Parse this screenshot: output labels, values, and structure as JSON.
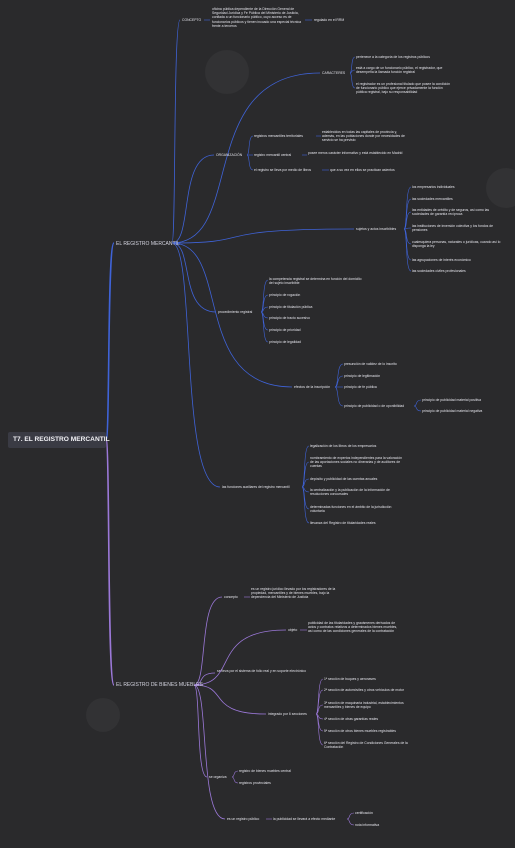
{
  "root": "T7. EL REGISTRO MERCANTIL",
  "branch1": {
    "title": "EL REGISTRO MERCANTIL",
    "concepto": {
      "label": "CONCEPTO",
      "text": "oficina pública dependiente de la Dirección General de Seguridad Jurídica y Fe Pública del Ministerio de Justicia, confiada a un funcionario público, cuyo acceso es de funcionarios públicos y tienen incoado una especial técnica frente a terceros",
      "child": "regulado en el RRM"
    },
    "caracteres": {
      "label": "CARACTERES",
      "items": [
        "pertenece a la categoría de los registros públicos",
        "está a cargo de un funcionario público, el registrador, que desempeña la llamada función registral",
        "el registrador es un profesional titulado que posee la condición de funcionario público que ejerce privadamente la función pública registral, bajo su responsabilidad"
      ]
    },
    "organizacion": {
      "label": "ORGANIZACIÓN",
      "items": [
        {
          "label": "registros mercantiles territoriales",
          "text": "establecidos en todas las capitales de provincia y, además, en las poblaciones donde por necesidades de servicio se ha previsto"
        },
        {
          "label": "registro mercantil central",
          "text": "posee meros carácter informativo y está establecido en Madrid"
        },
        {
          "label": "el registro se lleva por medio de libros",
          "text": "que a su vez en ellos se practican asientos"
        }
      ]
    },
    "sujetos": {
      "label": "sujetos y actos inscribibles",
      "items": [
        "los empresarios individuales",
        "las sociedades mercantiles",
        "las entidades de crédito y de seguros, así como las sociedades de garantía recíproca",
        "las instituciones de inversión colectiva y los fondos de pensiones",
        "cualesquiera personas, naturales o jurídicas, cuando así lo disponga la ley",
        "las agrupaciones de interés económico",
        "las sociedades civiles profesionales"
      ]
    },
    "procedimiento": {
      "label": "procedimiento registral",
      "items": [
        "la competencia registral se determina en función del domicilio del sujeto inscribible",
        "principio de rogación",
        "principio de titulación pública",
        "principio de tracto sucesivo",
        "principio de prioridad",
        "principio de legalidad"
      ]
    },
    "efectos": {
      "label": "efectos de la inscripción",
      "items": [
        "presunción de validez de lo inscrito",
        "principio de legitimación",
        "principio de fe pública"
      ],
      "publicidad": {
        "label": "principio de publicidad o de oponibilidad",
        "items": [
          "principio de publicidad material positiva",
          "principio de publicidad material negativa"
        ]
      }
    },
    "funciones": {
      "label": "las funciones auxiliares del registro mercantil",
      "items": [
        "legalización de los libros de los empresarios",
        "nombramiento de expertos independientes para la valoración de las aportaciones sociales no dinerarias y de auditores de cuentas",
        "depósito y publicidad de las cuentas anuales",
        "la centralización y la publicación de la información de resoluciones concursales",
        "determinadas funciones en el ámbito de la jurisdicción voluntaria",
        "llevanza del Registro de titularidades reales"
      ]
    }
  },
  "branch2": {
    "title": "EL REGISTRO DE BIENES MUEBLES",
    "concepto": {
      "label": "concepto",
      "text": "es un registro jurídico llevado por los registradores de la propiedad, mercantiles y de bienes muebles, bajo la dependencia del Ministerio de Justicia"
    },
    "objeto": {
      "label": "objeto",
      "text": "publicidad de las titularidades y gravámenes derivados de actos y contratos relativos a determinados bienes muebles, así como de las condiciones generales de la contratación"
    },
    "sistema": "se lleva por el sistema de folio real y en soporte electrónico",
    "secciones": {
      "label": "integrado por 6 secciones",
      "items": [
        "1ª sección de buques y aeronaves",
        "2ª sección de automóviles y otros vehículos de motor",
        "3ª sección de maquinaria industrial, establecimientos mercantiles y bienes de equipo",
        "4ª sección de otras garantías reales",
        "5ª sección de otros bienes muebles registrables",
        "6ª sección del Registro de Condiciones Generales de la Contratación"
      ]
    },
    "organiza": {
      "label": "se organiza",
      "items": [
        "registro de bienes muebles central",
        "registros provinciales"
      ]
    },
    "publico": {
      "label": "es un registro público",
      "middle": "la publicidad se llevará a efecto mediante",
      "items": [
        "certificación",
        "nota informativa"
      ]
    }
  }
}
